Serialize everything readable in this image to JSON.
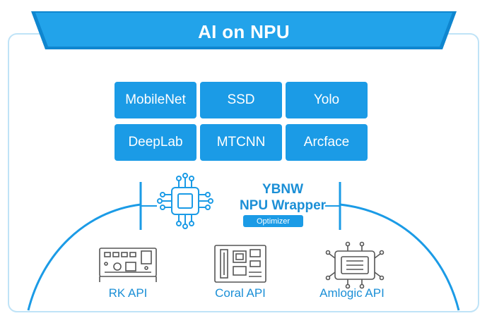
{
  "title": "AI on NPU",
  "models": [
    {
      "label": "MobileNet"
    },
    {
      "label": "SSD"
    },
    {
      "label": "Yolo"
    },
    {
      "label": "DeepLab"
    },
    {
      "label": "MTCNN"
    },
    {
      "label": "Arcface"
    }
  ],
  "wrapper": {
    "line1": "YBNW",
    "line2": "NPU Wrapper",
    "badge": "Optimizer",
    "icon": "chip-icon"
  },
  "apis": [
    {
      "label": "RK API",
      "icon": "circuit-board-icon"
    },
    {
      "label": "Coral API",
      "icon": "motherboard-icon"
    },
    {
      "label": "Amlogic API",
      "icon": "processor-icon"
    }
  ],
  "colors": {
    "accent": "#1b9be6",
    "text_accent": "#1b8fd6",
    "frame": "#bfe3f7",
    "icon_gray": "#555555"
  }
}
